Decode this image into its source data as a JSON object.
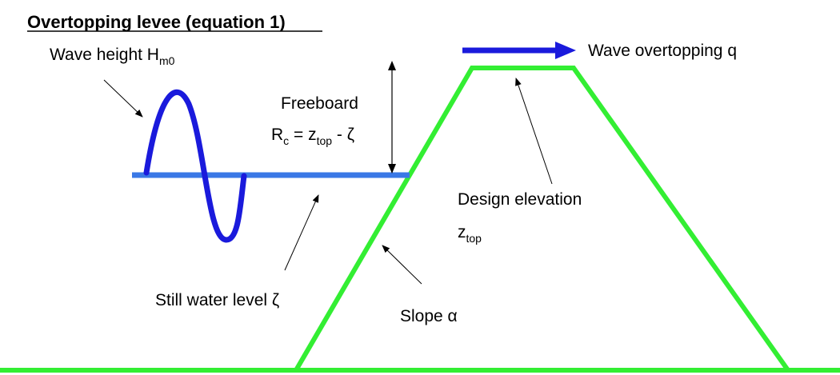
{
  "title": "Overtopping levee (equation 1)",
  "labels": {
    "wave_height": {
      "text": "Wave height H",
      "sub": "m0"
    },
    "freeboard": "Freeboard",
    "freeboard_eq": {
      "r": "R",
      "r_sub": "c",
      "eq": " = z",
      "z_sub": "top",
      "rest": " - ζ"
    },
    "overtopping": "Wave overtopping q",
    "design_elevation": "Design elevation",
    "z_top": {
      "z": "z",
      "sub": "top"
    },
    "still_water": "Still water level ζ",
    "slope": "Slope α"
  },
  "colors": {
    "levee": "#33ee33",
    "water": "#3a78e6",
    "wave": "#1a1adc",
    "arrow": "#1a1adc",
    "text": "#000000"
  }
}
